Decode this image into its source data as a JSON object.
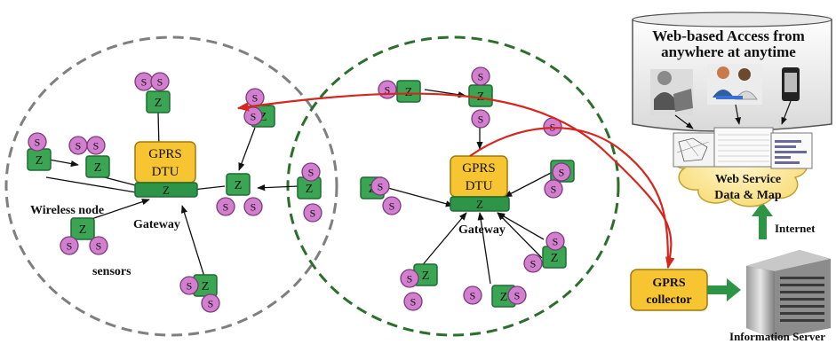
{
  "labels": {
    "web_title_line1": "Web-based Access from",
    "web_title_line2": "anywhere at anytime",
    "web_service_line1": "Web Service",
    "web_service_line2": "Data & Map",
    "internet": "Internet",
    "information_server": "Information Server",
    "gprs_collector_line1": "GPRS",
    "gprs_collector_line2": "collector",
    "gprs_dtu_line1": "GPRS",
    "gprs_dtu_line2": "DTU",
    "gateway": "Gateway",
    "wireless_node": "Wireless node",
    "sensors": "sensors",
    "node_letter": "Z",
    "sensor_letter": "S"
  },
  "colors": {
    "node_green": "#3aa552",
    "node_border": "#1e6b32",
    "sensor_pink": "#d27fcf",
    "sensor_border": "#7a3a78",
    "dtu_yellow": "#f7c531",
    "link_red": "#d6261e",
    "cluster1_dash": "#7f7f7f",
    "cluster2_dash": "#2c6e2c",
    "cloud_yellow": "#fde9a0",
    "collector_fill": "#f7c531",
    "arrow_green": "#2e9446"
  }
}
